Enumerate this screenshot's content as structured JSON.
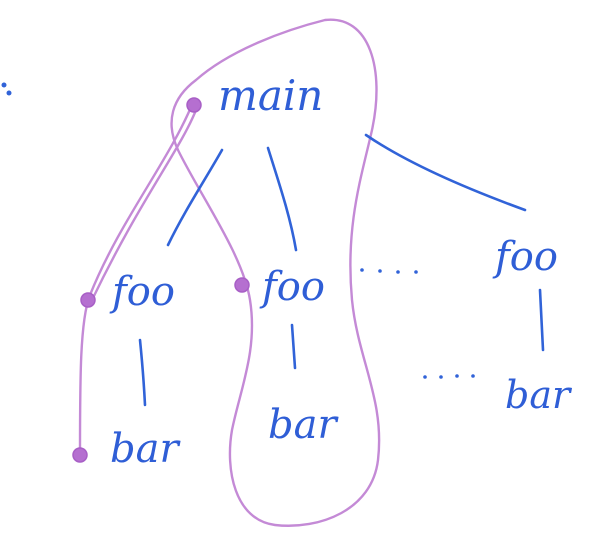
{
  "nodes": {
    "main": "main",
    "foo_1": "foo",
    "foo_2": "foo",
    "foo_3": "foo",
    "bar_1": "bar",
    "bar_2": "bar",
    "bar_3": "bar"
  },
  "colors": {
    "ink": "#3163d8",
    "highlight": "#c48ad6",
    "marker": "#b56fd0",
    "background": "#ffffff"
  }
}
